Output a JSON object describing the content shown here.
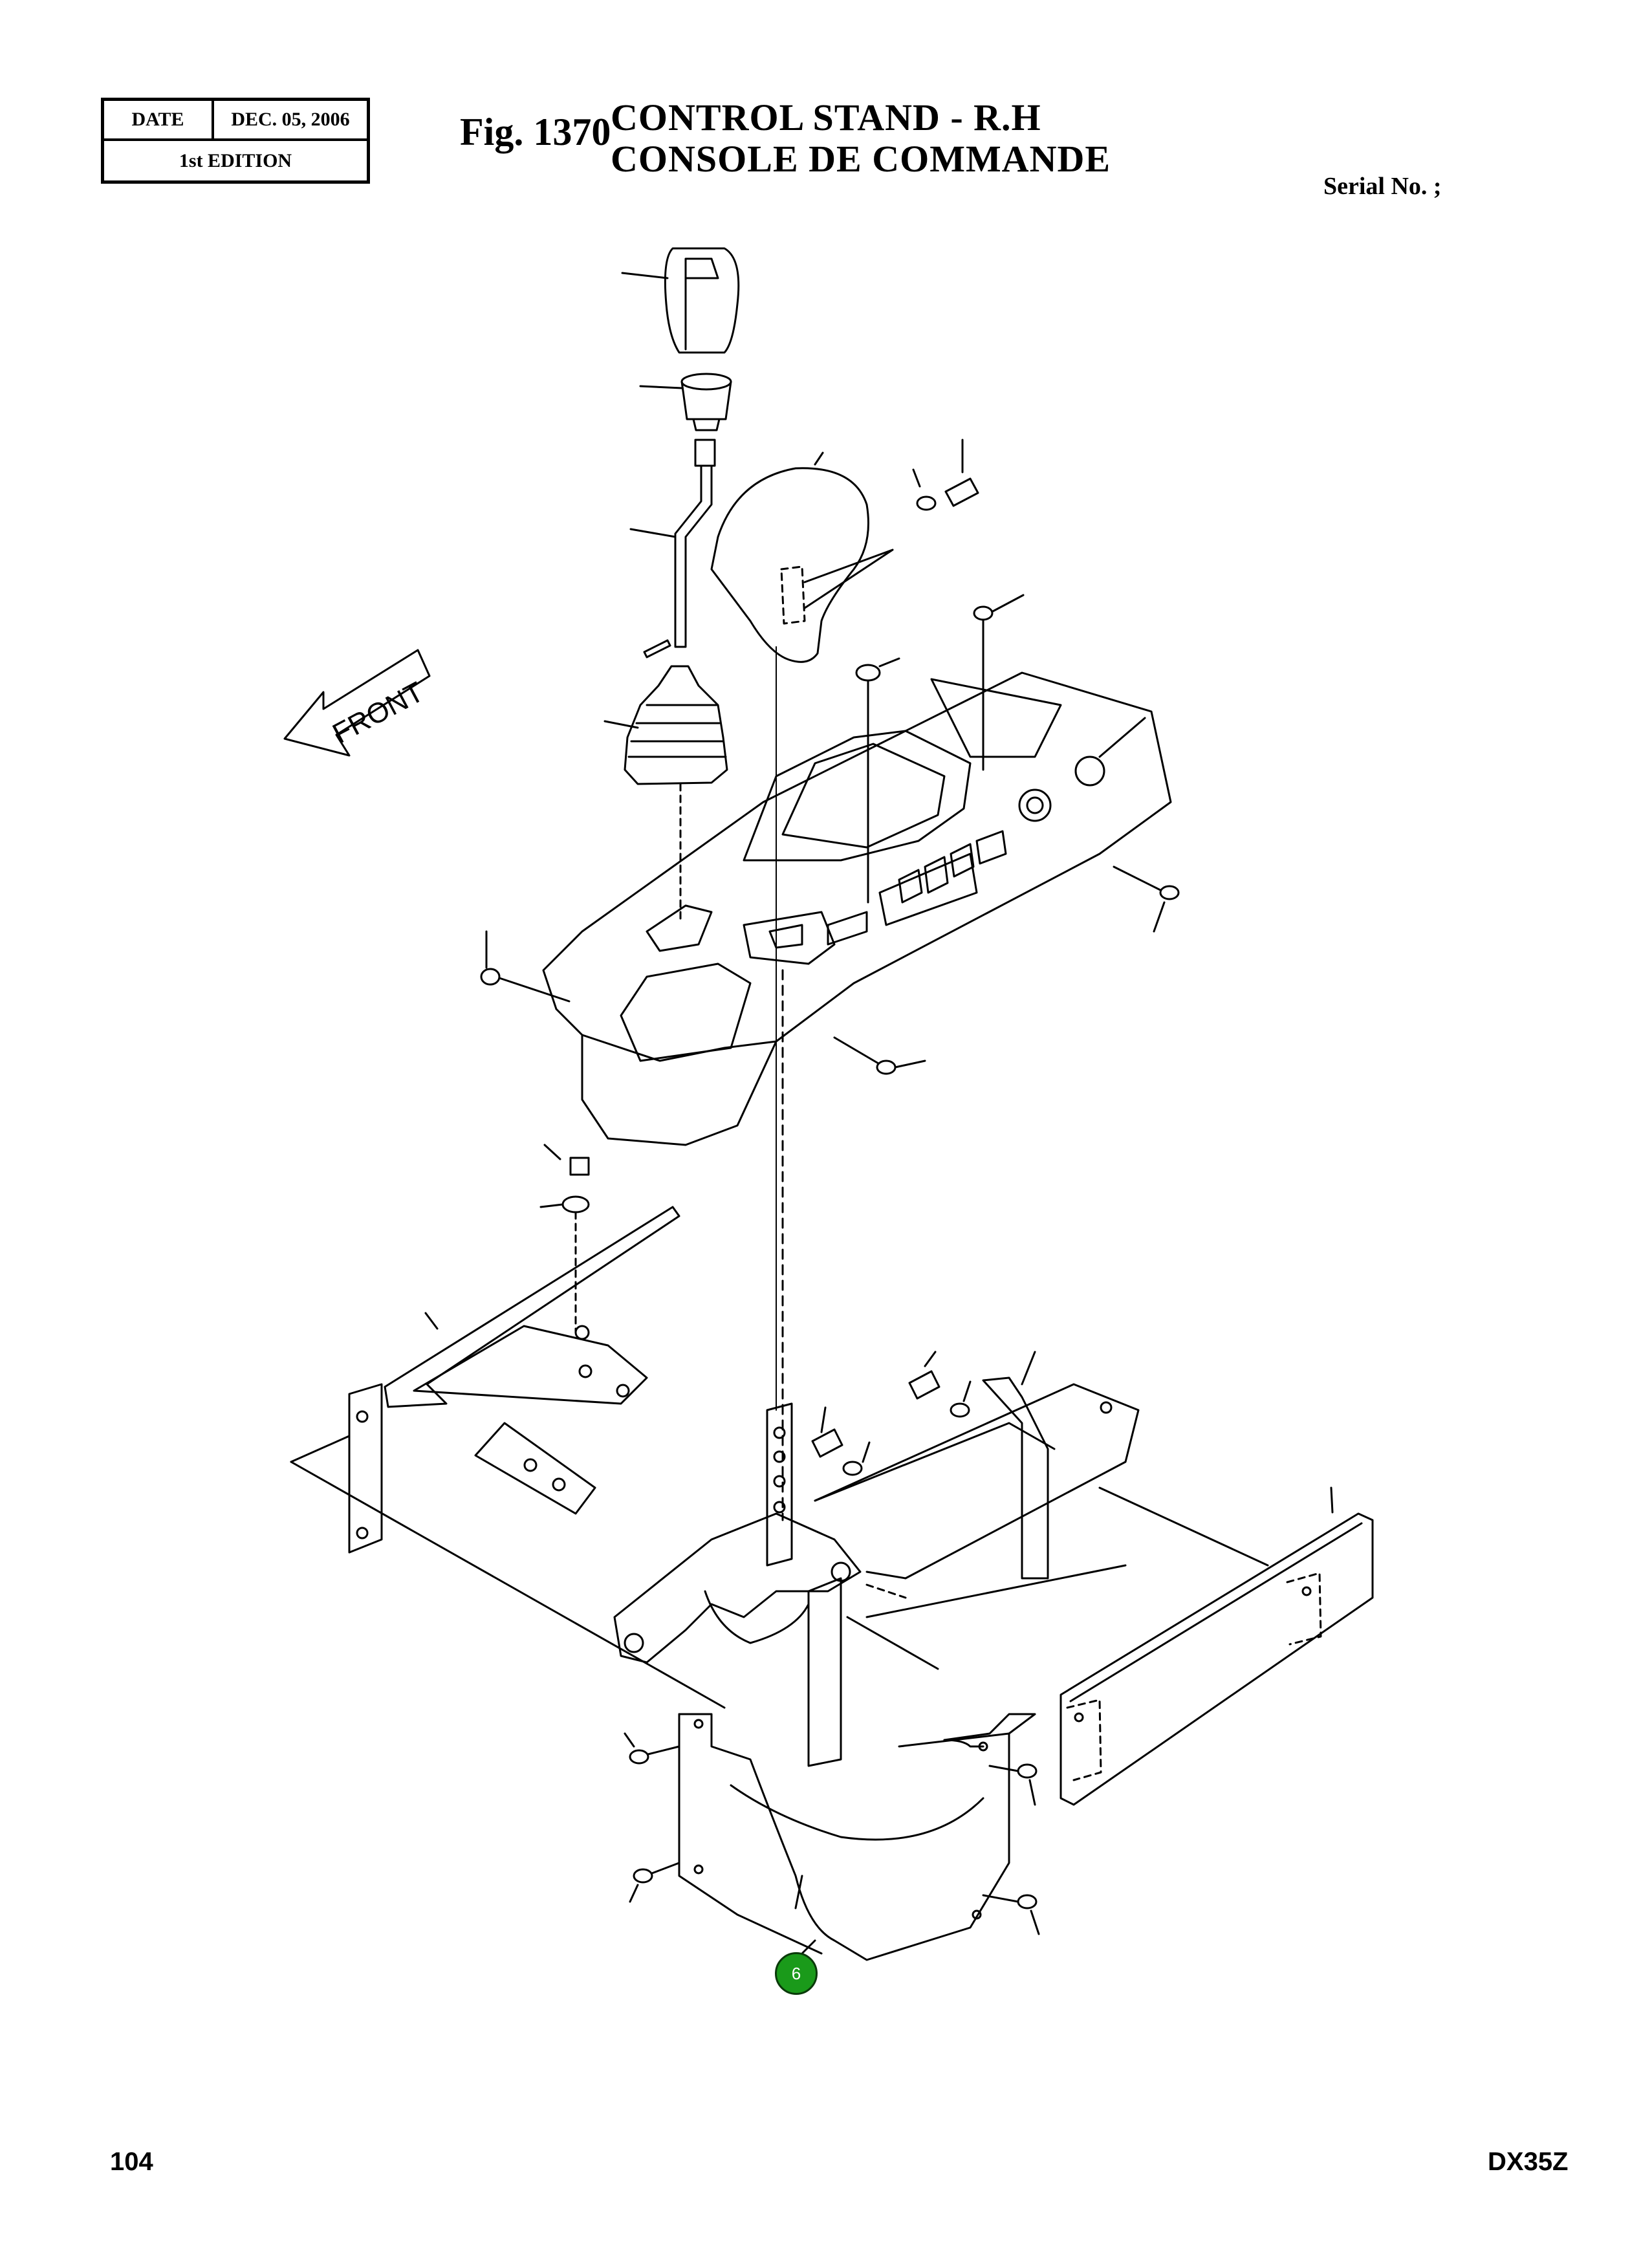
{
  "header": {
    "date_label": "DATE",
    "date_value": "DEC. 05, 2006",
    "edition": "1st EDITION",
    "fig_number": "Fig. 1370",
    "title_en": "CONTROL  STAND  -  R.H",
    "title_fr": "CONSOLE  DE  COMMANDE",
    "serial": "Serial No. ;"
  },
  "diagram": {
    "front_label": "FRONT",
    "callout_number": "6",
    "callout_color": "#1a9a1a"
  },
  "footer": {
    "page_number": "104",
    "model": "DX35Z"
  }
}
